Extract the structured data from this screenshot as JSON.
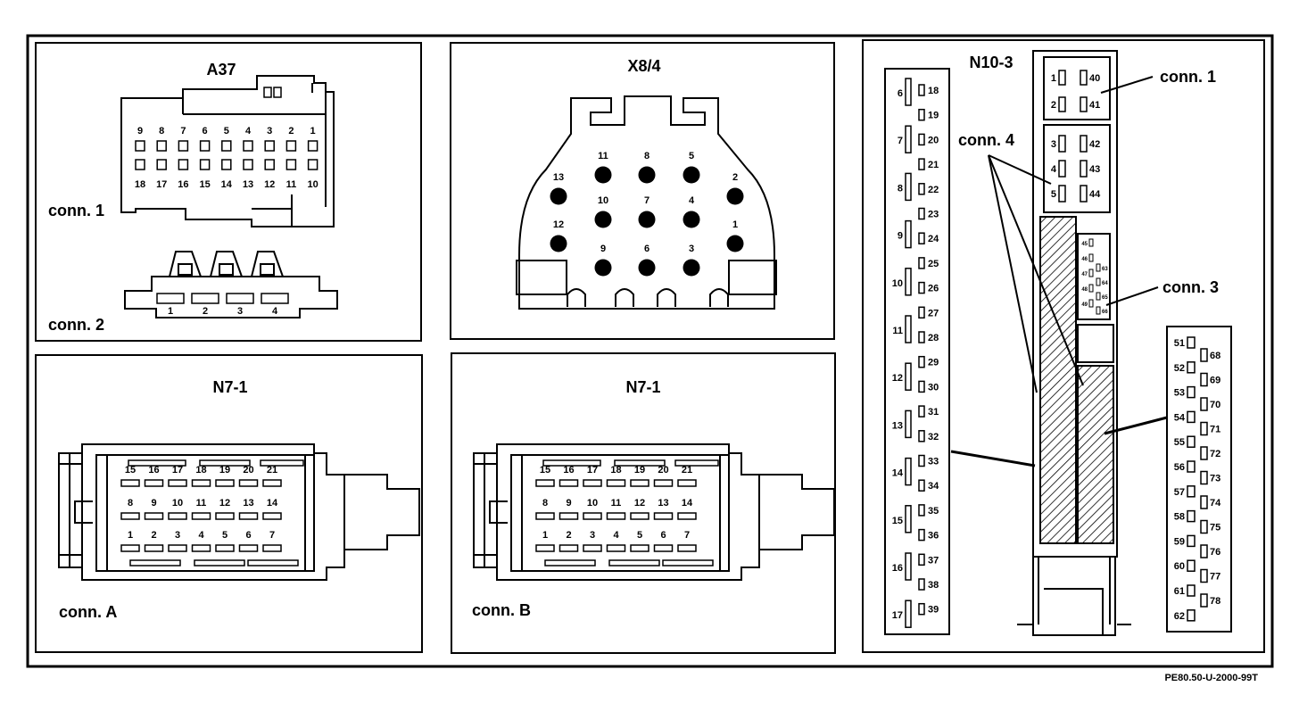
{
  "a37": {
    "title": "A37",
    "conn1_label": "conn. 1",
    "conn2_label": "conn. 2",
    "top_pins": [
      "9",
      "8",
      "7",
      "6",
      "5",
      "4",
      "3",
      "2",
      "1"
    ],
    "bottom_pins": [
      "18",
      "17",
      "16",
      "15",
      "14",
      "13",
      "12",
      "11",
      "10"
    ],
    "conn2_pins": [
      "1",
      "2",
      "3",
      "4"
    ]
  },
  "x84": {
    "title": "X8/4",
    "pins": [
      "11",
      "8",
      "5",
      "13",
      "2",
      "10",
      "7",
      "4",
      "12",
      "1",
      "9",
      "6",
      "3"
    ]
  },
  "n10": {
    "title": "N10-3",
    "conn1_label": "conn. 1",
    "conn3_label": "conn. 3",
    "conn4_label": "conn. 4",
    "conn4_left": [
      "6",
      "7",
      "8",
      "9",
      "10",
      "11",
      "12",
      "13",
      "14",
      "15",
      "16",
      "17"
    ],
    "conn4_right": [
      "18",
      "19",
      "20",
      "21",
      "22",
      "23",
      "24",
      "25",
      "26",
      "27",
      "28",
      "29",
      "30",
      "31",
      "32",
      "33",
      "34",
      "35",
      "36",
      "37",
      "38",
      "39"
    ],
    "conn1_left": [
      "1",
      "2"
    ],
    "conn1_right": [
      "40",
      "41"
    ],
    "block2_left": [
      "3",
      "4",
      "5"
    ],
    "block2_right": [
      "42",
      "43",
      "44"
    ],
    "conn3_left": [
      "45",
      "46",
      "47",
      "48",
      "49"
    ],
    "conn3_right": [
      "63",
      "64",
      "65",
      "66"
    ],
    "conn2_left": [
      "51",
      "52",
      "53",
      "54",
      "55",
      "56",
      "57",
      "58",
      "59",
      "60",
      "61",
      "62"
    ],
    "conn2_right": [
      "68",
      "69",
      "70",
      "71",
      "72",
      "73",
      "74",
      "75",
      "76",
      "77",
      "78"
    ]
  },
  "n71a": {
    "title": "N7-1",
    "label": "conn. A",
    "row1": [
      "15",
      "16",
      "17",
      "18",
      "19",
      "20",
      "21"
    ],
    "row2": [
      "8",
      "9",
      "10",
      "11",
      "12",
      "13",
      "14"
    ],
    "row3": [
      "1",
      "2",
      "3",
      "4",
      "5",
      "6",
      "7"
    ]
  },
  "n71b": {
    "title": "N7-1",
    "label": "conn. B",
    "row1": [
      "15",
      "16",
      "17",
      "18",
      "19",
      "20",
      "21"
    ],
    "row2": [
      "8",
      "9",
      "10",
      "11",
      "12",
      "13",
      "14"
    ],
    "row3": [
      "1",
      "2",
      "3",
      "4",
      "5",
      "6",
      "7"
    ]
  },
  "footer": {
    "reference": "PE80.50-U-2000-99T"
  }
}
